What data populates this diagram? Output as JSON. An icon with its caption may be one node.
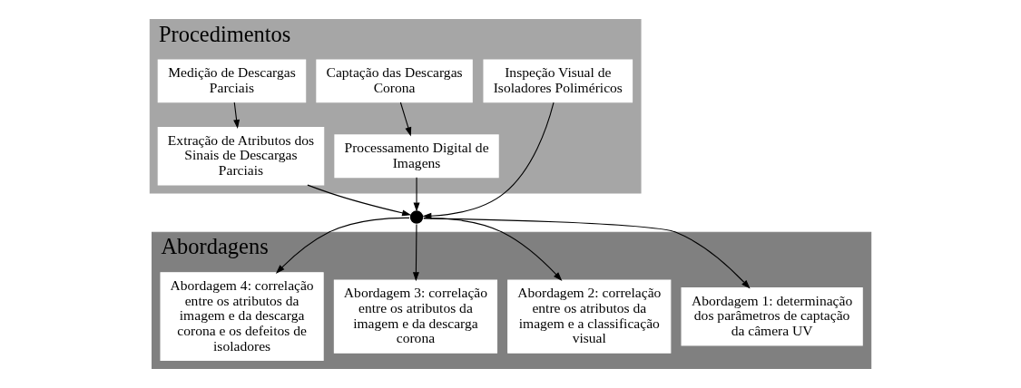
{
  "diagram": {
    "nodes": [
      {
        "text": [
          "Procedimentos"
        ]
      },
      {
        "text": [
          "Captação das Descargas Corona"
        ],
        "in": 0
      },
      {
        "text": [
          "Medição de Descargas Parciais"
        ],
        "in": 0
      },
      {
        "text": [
          "Processamento Digital de Imagens"
        ],
        "in": 0
      },
      {
        "text": [
          "Extração de Atributos dos Sinais de Descargas Parciais"
        ],
        "in": 0
      },
      {
        "text": [
          "Inspeção Visual de Isoladores Poliméricos"
        ],
        "in": 0
      },
      {
        "text": [],
        "shape": "circle"
      },
      {
        "text": [
          "Abordagens"
        ]
      },
      {
        "text": [
          "Abordagem 1: determinação dos parâmetros de captação da câmera UV"
        ],
        "in": 7
      },
      {
        "text": [
          "Abordagem 2: correlação entre os atributos da imagem e a classificação visual"
        ],
        "in": 7
      },
      {
        "text": [
          "Abordagem 3: correlação entre os atributos da imagem e da descarga corona"
        ],
        "in": 7
      },
      {
        "text": [
          "Abordagem 4: correlação entre os atributos da imagem e da descarga corona e os defeitos de isoladores"
        ],
        "in": 7
      }
    ],
    "edges": [
      {
        "from": 1,
        "to": 3,
        "arrow": "to"
      },
      {
        "from": 2,
        "to": 4,
        "arrow": "to"
      },
      {
        "from": 3,
        "to": 6,
        "arrow": "to"
      },
      {
        "from": 4,
        "to": 6,
        "arrow": "to"
      },
      {
        "from": 5,
        "to": 6,
        "arrow": "to"
      },
      {
        "from": 6,
        "to": 8,
        "arrow": "to"
      },
      {
        "from": 6,
        "to": 9,
        "arrow": "to"
      },
      {
        "from": 6,
        "to": 10,
        "arrow": "to"
      },
      {
        "from": 6,
        "to": 11,
        "arrow": "to"
      }
    ]
  }
}
